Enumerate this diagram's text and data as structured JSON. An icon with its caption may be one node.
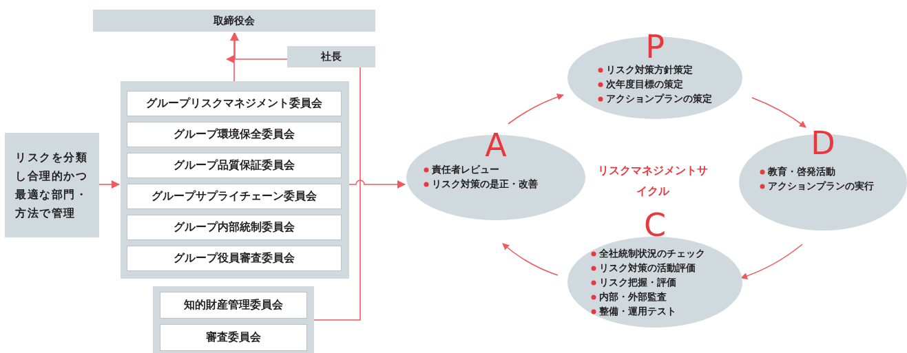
{
  "diagram": {
    "nodes": [
      {
        "text": [
          "取締役会"
        ]
      },
      {
        "text": [
          "社長"
        ]
      },
      {
        "text": [],
        "shape": "box"
      },
      {
        "text": [
          "グループリスクマネジメント委員会"
        ],
        "in": 2
      },
      {
        "text": [
          "グループ環境保全委員会"
        ],
        "in": 2
      },
      {
        "text": [
          "グループ品質保証委員会"
        ],
        "in": 2
      },
      {
        "text": [
          "グループサプライチェーン委員会"
        ],
        "in": 2
      },
      {
        "text": [
          "グループ内部統制委員会"
        ],
        "in": 2
      },
      {
        "text": [
          "グループ役員審査委員会"
        ],
        "in": 2
      },
      {
        "text": [],
        "shape": "box"
      },
      {
        "text": [
          "知的財産管理委員会"
        ],
        "in": 9
      },
      {
        "text": [
          "審査委員会"
        ],
        "in": 9
      },
      {
        "text": [
          "リスクを分類し合理的かつ最適な部門・方法で管理"
        ]
      },
      {
        "text": [
          "P",
          "リスク対策方針策定",
          "次年度目標の策定",
          "アクションプランの策定"
        ]
      },
      {
        "text": [
          "D",
          "教育・啓発活動",
          "アクションプランの実行"
        ]
      },
      {
        "text": [
          "C",
          "全社統制状況のチェック",
          "リスク対策の活動評価",
          "リスク把握・評価",
          "内部・外部監査",
          "整備・運用テスト"
        ]
      },
      {
        "text": [
          "A",
          "責任者レビュー",
          "リスク対策の是正・改善"
        ]
      }
    ],
    "edges": [
      {
        "from": 2,
        "to": 0,
        "arrow": "to"
      },
      {
        "from": 1,
        "to": 0,
        "arrow": "to"
      },
      {
        "from": 1,
        "to": 9,
        "arrow": "none"
      },
      {
        "from": 2,
        "to": 16,
        "arrow": "to"
      },
      {
        "from": 12,
        "to": 2,
        "arrow": "to"
      },
      {
        "from": 16,
        "to": 13,
        "arrow": "to"
      },
      {
        "from": 13,
        "to": 14,
        "arrow": "to"
      },
      {
        "from": 14,
        "to": 15,
        "arrow": "to"
      },
      {
        "from": 15,
        "to": 16,
        "arrow": "to"
      }
    ],
    "labels": [
      "リスクマネジメントサイクル"
    ]
  }
}
